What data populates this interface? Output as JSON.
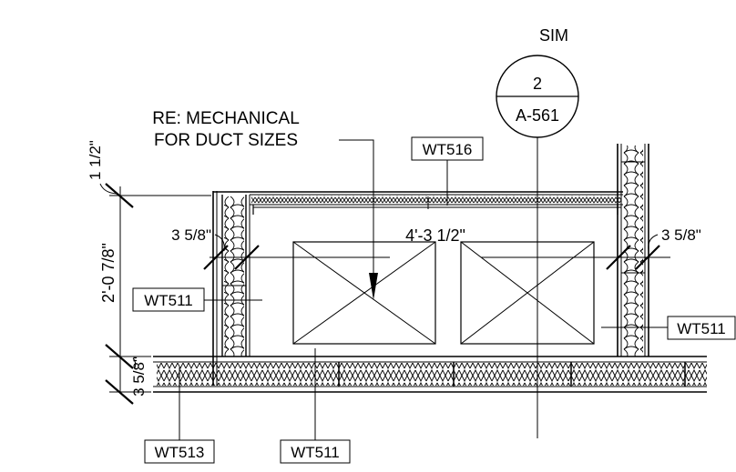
{
  "section_reference": {
    "sim_label": "SIM",
    "detail_number": "2",
    "sheet_number": "A-561"
  },
  "notes": {
    "mechanical_line1": "RE: MECHANICAL",
    "mechanical_line2": "FOR DUCT SIZES"
  },
  "dimensions": {
    "top_offset": "1 1/2\"",
    "overall_height": "2'-0 7/8\"",
    "bottom_offset": "3 5/8\"",
    "left_wall": "3 5/8\"",
    "right_wall": "3 5/8\"",
    "clear_width": "4'-3 1/2\""
  },
  "wall_tags": {
    "ceiling": "WT516",
    "left_wall": "WT511",
    "right_wall": "WT511",
    "floor_left": "WT513",
    "floor_center": "WT511"
  },
  "colors": {
    "linework": "#000000",
    "background": "#ffffff"
  }
}
